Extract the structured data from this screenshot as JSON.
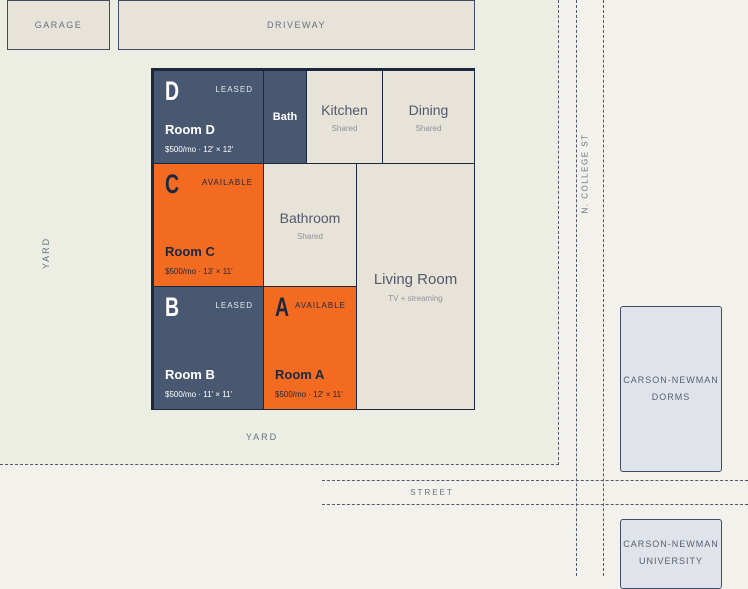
{
  "map": {
    "garage": "GARAGE",
    "driveway": "DRIVEWAY",
    "yard_left": "YARD",
    "yard_bottom": "YARD",
    "street_vertical": "N. COLLEGE ST",
    "street_horizontal": "STREET",
    "dorms": [
      "CARSON-NEWMAN",
      "DORMS"
    ],
    "university": [
      "CARSON-NEWMAN",
      "UNIVERSITY"
    ]
  },
  "common_rooms": {
    "kitchen": {
      "name": "Kitchen",
      "sub": "Shared"
    },
    "dining": {
      "name": "Dining",
      "sub": "Shared"
    },
    "bathroom": {
      "name": "Bathroom",
      "sub": "Shared"
    },
    "living": {
      "name": "Living Room",
      "sub": "TV + streaming"
    },
    "bath": {
      "name": "Bath"
    }
  },
  "rooms": {
    "d": {
      "letter": "D",
      "status": "LEASED",
      "name": "Room D",
      "price": "$500/mo · 12' × 12'"
    },
    "c": {
      "letter": "C",
      "status": "AVAILABLE",
      "name": "Room C",
      "price": "$500/mo · 13' × 11'"
    },
    "b": {
      "letter": "B",
      "status": "LEASED",
      "name": "Room B",
      "price": "$500/mo · 11' × 11'"
    },
    "a": {
      "letter": "A",
      "status": "AVAILABLE",
      "name": "Room A",
      "price": "$500/mo · 12' × 11'"
    }
  },
  "colors": {
    "leased": "#485870",
    "available": "#f26b21",
    "outline": "#1c2840",
    "common": "#e7e3d9"
  }
}
